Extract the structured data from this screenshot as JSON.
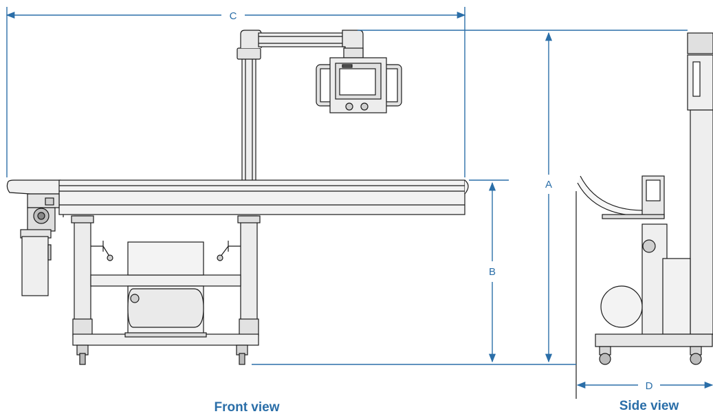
{
  "dimensions": {
    "A": "A",
    "B": "B",
    "C": "C",
    "D": "D"
  },
  "views": {
    "front": "Front view",
    "side": "Side view"
  },
  "colors": {
    "dimension": "#2a6ea8",
    "line": "#1a1a1a",
    "fill_light": "#f1f1f1",
    "fill_mid": "#d8d8d8"
  }
}
